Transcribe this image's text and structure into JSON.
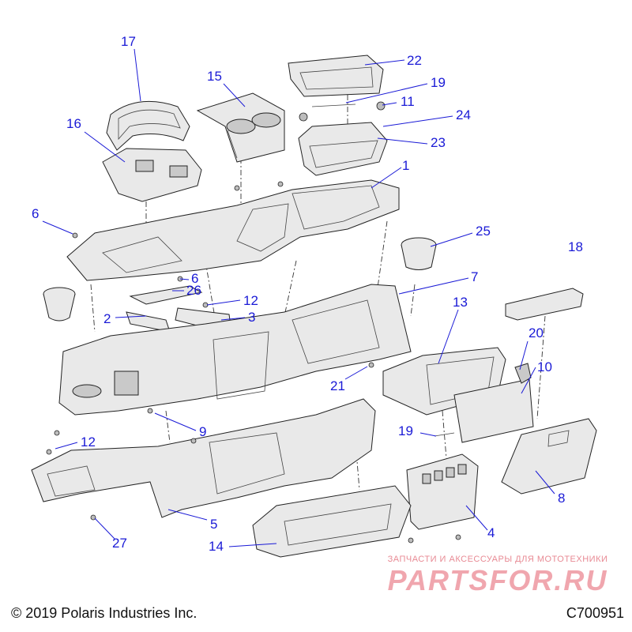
{
  "diagram": {
    "callouts": [
      {
        "id": "17",
        "label": "17"
      },
      {
        "id": "15",
        "label": "15"
      },
      {
        "id": "22",
        "label": "22"
      },
      {
        "id": "19a",
        "label": "19"
      },
      {
        "id": "11",
        "label": "11"
      },
      {
        "id": "24",
        "label": "24"
      },
      {
        "id": "23",
        "label": "23"
      },
      {
        "id": "16",
        "label": "16"
      },
      {
        "id": "1",
        "label": "1"
      },
      {
        "id": "6a",
        "label": "6"
      },
      {
        "id": "25",
        "label": "25"
      },
      {
        "id": "18",
        "label": "18"
      },
      {
        "id": "6b",
        "label": "6"
      },
      {
        "id": "26",
        "label": "26"
      },
      {
        "id": "7",
        "label": "7"
      },
      {
        "id": "12a",
        "label": "12"
      },
      {
        "id": "13",
        "label": "13"
      },
      {
        "id": "2",
        "label": "2"
      },
      {
        "id": "3",
        "label": "3"
      },
      {
        "id": "20",
        "label": "20"
      },
      {
        "id": "10",
        "label": "10"
      },
      {
        "id": "21",
        "label": "21"
      },
      {
        "id": "9",
        "label": "9"
      },
      {
        "id": "19b",
        "label": "19"
      },
      {
        "id": "12b",
        "label": "12"
      },
      {
        "id": "8",
        "label": "8"
      },
      {
        "id": "5",
        "label": "5"
      },
      {
        "id": "4",
        "label": "4"
      },
      {
        "id": "27",
        "label": "27"
      },
      {
        "id": "14",
        "label": "14"
      }
    ],
    "accent_color": "#1a1ad6"
  },
  "footer": {
    "copyright": "© 2019 Polaris Industries Inc.",
    "figure_code": "C700951"
  },
  "watermark": {
    "tagline": "ЗАПЧАСТИ И АКСЕССУАРЫ ДЛЯ МОТОТЕХНИКИ",
    "brand": "PARTSFOR.RU"
  }
}
